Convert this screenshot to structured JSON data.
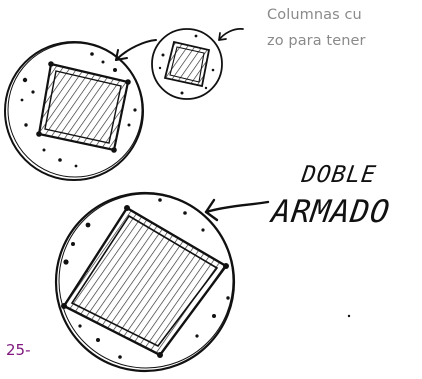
{
  "text": {
    "line_1": "Columnas cu",
    "line_2": "zo para tener"
  },
  "annotation": {
    "line_1": "DOBLE",
    "line_2": "ARMADO"
  },
  "page_number": "25-",
  "colors": {
    "ink": "#111111",
    "body_text": "#8a8a8a",
    "page_number": "#7e167e"
  }
}
